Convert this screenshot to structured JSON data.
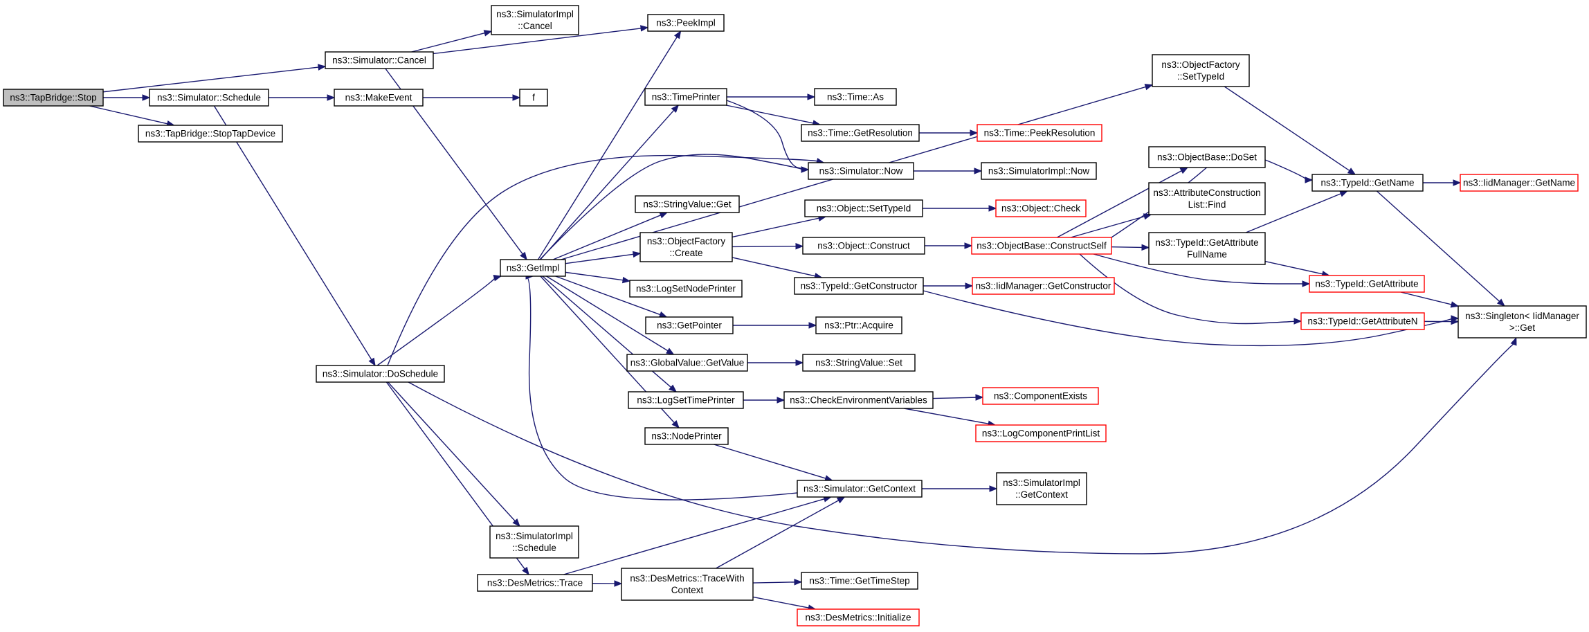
{
  "diagram": {
    "colors": {
      "edge": "#191970",
      "node_border": "#000000",
      "truncated_border": "#ff0000",
      "root_fill": "#bfbfbf"
    },
    "nodes": [
      {
        "id": "stop",
        "lines": [
          "ns3::TapBridge::Stop"
        ],
        "root": true
      },
      {
        "id": "sim_cancel",
        "lines": [
          "ns3::Simulator::Cancel"
        ]
      },
      {
        "id": "sim_schedule",
        "lines": [
          "ns3::Simulator::Schedule"
        ]
      },
      {
        "id": "stoptap",
        "lines": [
          "ns3::TapBridge::StopTapDevice"
        ]
      },
      {
        "id": "simimpl_cancel",
        "lines": [
          "ns3::SimulatorImpl",
          "::Cancel"
        ]
      },
      {
        "id": "peekimpl",
        "lines": [
          "ns3::PeekImpl"
        ]
      },
      {
        "id": "makeevent",
        "lines": [
          "ns3::MakeEvent"
        ]
      },
      {
        "id": "f",
        "lines": [
          "f"
        ]
      },
      {
        "id": "getimpl",
        "lines": [
          "ns3::GetImpl"
        ]
      },
      {
        "id": "doschedule",
        "lines": [
          "ns3::Simulator::DoSchedule"
        ]
      },
      {
        "id": "timeprinter",
        "lines": [
          "ns3::TimePrinter"
        ]
      },
      {
        "id": "time_as",
        "lines": [
          "ns3::Time::As"
        ]
      },
      {
        "id": "time_getres",
        "lines": [
          "ns3::Time::GetResolution"
        ]
      },
      {
        "id": "time_peekres",
        "lines": [
          "ns3::Time::PeekResolution"
        ],
        "truncated": true
      },
      {
        "id": "sim_now",
        "lines": [
          "ns3::Simulator::Now"
        ]
      },
      {
        "id": "simimpl_now",
        "lines": [
          "ns3::SimulatorImpl::Now"
        ]
      },
      {
        "id": "stringvalue_get",
        "lines": [
          "ns3::StringValue::Get"
        ]
      },
      {
        "id": "objfactory_create",
        "lines": [
          "ns3::ObjectFactory",
          "::Create"
        ]
      },
      {
        "id": "logsetnodeprinter",
        "lines": [
          "ns3::LogSetNodePrinter"
        ]
      },
      {
        "id": "getpointer",
        "lines": [
          "ns3::GetPointer"
        ]
      },
      {
        "id": "globalvalue_getvalue",
        "lines": [
          "ns3::GlobalValue::GetValue"
        ]
      },
      {
        "id": "logsettimeprinter",
        "lines": [
          "ns3::LogSetTimePrinter"
        ]
      },
      {
        "id": "nodeprinter",
        "lines": [
          "ns3::NodePrinter"
        ]
      },
      {
        "id": "object_settypeid",
        "lines": [
          "ns3::Object::SetTypeId"
        ]
      },
      {
        "id": "object_check",
        "lines": [
          "ns3::Object::Check"
        ],
        "truncated": true
      },
      {
        "id": "object_construct",
        "lines": [
          "ns3::Object::Construct"
        ]
      },
      {
        "id": "objectbase_constructself",
        "lines": [
          "ns3::ObjectBase::ConstructSelf"
        ],
        "truncated": true
      },
      {
        "id": "typeid_getconstructor",
        "lines": [
          "ns3::TypeId::GetConstructor"
        ]
      },
      {
        "id": "iidmanager_getconstructor",
        "lines": [
          "ns3::IidManager::GetConstructor"
        ],
        "truncated": true
      },
      {
        "id": "ptr_acquire",
        "lines": [
          "ns3::Ptr::Acquire"
        ]
      },
      {
        "id": "stringvalue_set",
        "lines": [
          "ns3::StringValue::Set"
        ]
      },
      {
        "id": "checkenv",
        "lines": [
          "ns3::CheckEnvironmentVariables"
        ]
      },
      {
        "id": "componentexists",
        "lines": [
          "ns3::ComponentExists"
        ],
        "truncated": true
      },
      {
        "id": "logcomponentprintlist",
        "lines": [
          "ns3::LogComponentPrintList"
        ],
        "truncated": true
      },
      {
        "id": "sim_getcontext",
        "lines": [
          "ns3::Simulator::GetContext"
        ]
      },
      {
        "id": "simimpl_getcontext",
        "lines": [
          "ns3::SimulatorImpl",
          "::GetContext"
        ]
      },
      {
        "id": "simimpl_schedule",
        "lines": [
          "ns3::SimulatorImpl",
          "::Schedule"
        ]
      },
      {
        "id": "desmetrics_trace",
        "lines": [
          "ns3::DesMetrics::Trace"
        ]
      },
      {
        "id": "desmetrics_tracewithcontext",
        "lines": [
          "ns3::DesMetrics::TraceWith",
          "Context"
        ]
      },
      {
        "id": "time_gettimestep",
        "lines": [
          "ns3::Time::GetTimeStep"
        ]
      },
      {
        "id": "desmetrics_initialize",
        "lines": [
          "ns3::DesMetrics::Initialize"
        ],
        "truncated": true
      },
      {
        "id": "objfactory_settypeid",
        "lines": [
          "ns3::ObjectFactory",
          "::SetTypeId"
        ]
      },
      {
        "id": "objectbase_doset",
        "lines": [
          "ns3::ObjectBase::DoSet"
        ]
      },
      {
        "id": "attrconstr_find",
        "lines": [
          "ns3::AttributeConstruction",
          "List::Find"
        ]
      },
      {
        "id": "typeid_getattrfullname",
        "lines": [
          "ns3::TypeId::GetAttribute",
          "FullName"
        ]
      },
      {
        "id": "typeid_getname",
        "lines": [
          "ns3::TypeId::GetName"
        ]
      },
      {
        "id": "iidmanager_getname",
        "lines": [
          "ns3::IidManager::GetName"
        ],
        "truncated": true
      },
      {
        "id": "typeid_getattribute",
        "lines": [
          "ns3::TypeId::GetAttribute"
        ],
        "truncated": true
      },
      {
        "id": "typeid_getattributen",
        "lines": [
          "ns3::TypeId::GetAttributeN"
        ],
        "truncated": true
      },
      {
        "id": "singleton_get",
        "lines": [
          "ns3::Singleton< IidManager",
          ">::Get"
        ]
      }
    ],
    "edges": [
      [
        "stop",
        "sim_cancel"
      ],
      [
        "stop",
        "sim_schedule"
      ],
      [
        "stop",
        "stoptap"
      ],
      [
        "sim_cancel",
        "simimpl_cancel"
      ],
      [
        "sim_cancel",
        "peekimpl"
      ],
      [
        "sim_cancel",
        "getimpl"
      ],
      [
        "sim_schedule",
        "makeevent"
      ],
      [
        "sim_schedule",
        "doschedule"
      ],
      [
        "makeevent",
        "f"
      ],
      [
        "getimpl",
        "peekimpl"
      ],
      [
        "getimpl",
        "objfactory_settypeid"
      ],
      [
        "getimpl",
        "timeprinter"
      ],
      [
        "getimpl",
        "sim_now"
      ],
      [
        "getimpl",
        "stringvalue_get"
      ],
      [
        "getimpl",
        "objfactory_create"
      ],
      [
        "getimpl",
        "logsetnodeprinter"
      ],
      [
        "getimpl",
        "getpointer"
      ],
      [
        "getimpl",
        "globalvalue_getvalue"
      ],
      [
        "getimpl",
        "logsettimeprinter"
      ],
      [
        "getimpl",
        "nodeprinter"
      ],
      [
        "doschedule",
        "getimpl"
      ],
      [
        "doschedule",
        "sim_now"
      ],
      [
        "doschedule",
        "simimpl_schedule"
      ],
      [
        "doschedule",
        "desmetrics_trace"
      ],
      [
        "doschedule",
        "singleton_get"
      ],
      [
        "timeprinter",
        "time_as"
      ],
      [
        "timeprinter",
        "time_getres"
      ],
      [
        "timeprinter",
        "sim_now"
      ],
      [
        "time_getres",
        "time_peekres"
      ],
      [
        "sim_now",
        "simimpl_now"
      ],
      [
        "objfactory_create",
        "object_settypeid"
      ],
      [
        "objfactory_create",
        "object_construct"
      ],
      [
        "objfactory_create",
        "typeid_getconstructor"
      ],
      [
        "object_settypeid",
        "object_check"
      ],
      [
        "object_construct",
        "objectbase_constructself"
      ],
      [
        "objectbase_constructself",
        "objectbase_doset"
      ],
      [
        "objectbase_constructself",
        "attrconstr_find"
      ],
      [
        "objectbase_constructself",
        "typeid_getattrfullname"
      ],
      [
        "objectbase_constructself",
        "typeid_getname"
      ],
      [
        "objectbase_constructself",
        "typeid_getattribute"
      ],
      [
        "objectbase_constructself",
        "typeid_getattributen"
      ],
      [
        "typeid_getconstructor",
        "iidmanager_getconstructor"
      ],
      [
        "typeid_getconstructor",
        "singleton_get"
      ],
      [
        "getpointer",
        "ptr_acquire"
      ],
      [
        "globalvalue_getvalue",
        "stringvalue_set"
      ],
      [
        "logsettimeprinter",
        "checkenv"
      ],
      [
        "checkenv",
        "componentexists"
      ],
      [
        "checkenv",
        "logcomponentprintlist"
      ],
      [
        "nodeprinter",
        "sim_getcontext"
      ],
      [
        "sim_getcontext",
        "getimpl"
      ],
      [
        "sim_getcontext",
        "simimpl_getcontext"
      ],
      [
        "desmetrics_trace",
        "sim_getcontext"
      ],
      [
        "desmetrics_trace",
        "desmetrics_tracewithcontext"
      ],
      [
        "desmetrics_tracewithcontext",
        "sim_getcontext"
      ],
      [
        "desmetrics_tracewithcontext",
        "time_gettimestep"
      ],
      [
        "desmetrics_tracewithcontext",
        "desmetrics_initialize"
      ],
      [
        "objfactory_settypeid",
        "typeid_getname"
      ],
      [
        "typeid_getattrfullname",
        "typeid_getname"
      ],
      [
        "typeid_getattrfullname",
        "typeid_getattribute"
      ],
      [
        "typeid_getname",
        "iidmanager_getname"
      ],
      [
        "typeid_getname",
        "singleton_get"
      ],
      [
        "typeid_getattribute",
        "singleton_get"
      ],
      [
        "typeid_getattributen",
        "singleton_get"
      ]
    ]
  }
}
